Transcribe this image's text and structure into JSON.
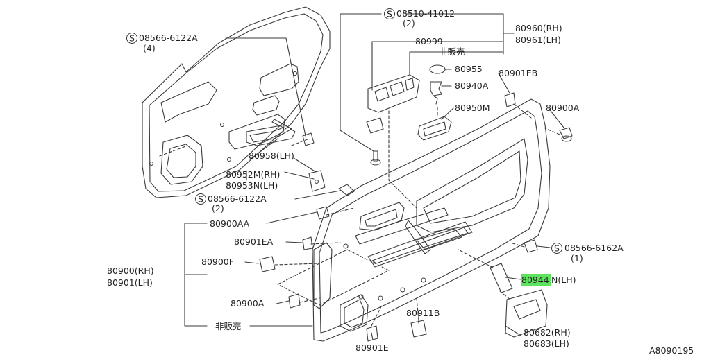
{
  "colors": {
    "line": "#3a3a3a",
    "text": "#222222",
    "highlight": "#5ee35e",
    "background": "#ffffff"
  },
  "labels": {
    "screw_top": "08510-41012",
    "screw_top_qty": "(2)",
    "part_80999": "80999",
    "not_sold_top": "非販売",
    "part_80960": "80960(RH)",
    "part_80961": "80961(LH)",
    "screw_left": "08566-6122A",
    "screw_left_qty": "(4)",
    "part_80955": "80955",
    "part_80940a": "80940A",
    "part_80901eb": "80901EB",
    "part_80950m": "80950M",
    "part_80900a_right": "80900A",
    "part_80958": "80958(LH)",
    "part_80952m": "80952M(RH)",
    "part_80953n": "80953N(LH)",
    "screw_mid": "08566-6122A",
    "screw_mid_qty": "(2)",
    "part_80900aa": "80900AA",
    "part_80901ea": "80901EA",
    "part_80900f": "80900F",
    "part_80900_rh": "80900(RH)",
    "part_80901_lh": "80901(LH)",
    "part_80900a_left": "80900A",
    "not_sold_bottom": "非販売",
    "part_80911b": "80911B",
    "part_80901e": "80901E",
    "screw_right": "08566-6162A",
    "screw_right_qty": "(1)",
    "part_80944_hl": "80944",
    "part_80944_suffix": "N(LH)",
    "part_80682": "80682(RH)",
    "part_80683": "80683(LH)",
    "diagram_code": "A8090195"
  },
  "icons": {
    "screw_symbol": "S",
    "screw_symbol_name": "circled-s-screw-icon"
  }
}
